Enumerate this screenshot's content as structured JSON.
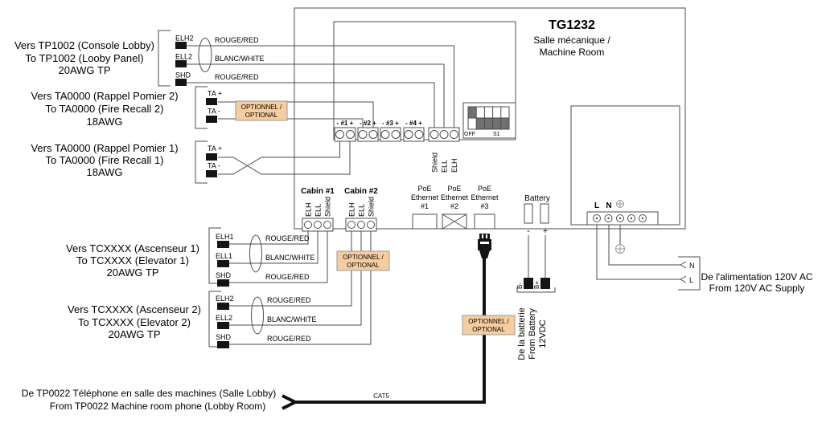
{
  "title": {
    "model": "TG1232",
    "sub1": "Salle mécanique /",
    "sub2": "Machine Room"
  },
  "groups": {
    "tp1002": {
      "l1": "Vers TP1002 (Console Lobby)",
      "l2": "To TP1002 (Looby Panel)",
      "l3": "20AWG TP",
      "t1": "ELH2",
      "t2": "ELL2",
      "t3": "SHD",
      "w1": "ROUGE/RED",
      "w2": "BLANC/WHITE",
      "w3": "ROUGE/RED"
    },
    "fire2": {
      "l1": "Vers TA0000 (Rappel Pomier 2)",
      "l2": "To TA0000 (Fire Recall 2)",
      "l3": "18AWG",
      "t1": "TA +",
      "t2": "TA -"
    },
    "fire1": {
      "l1": "Vers TA0000 (Rappel Pomier 1)",
      "l2": "To TA0000 (Fire Recall 1)",
      "l3": "18AWG",
      "t1": "TA +",
      "t2": "TA -"
    },
    "elev1": {
      "l1": "Vers TCXXXX (Ascenseur 1)",
      "l2": "To TCXXXX (Elevator 1)",
      "l3": "20AWG TP",
      "t1": "ELH1",
      "t2": "ELL1",
      "t3": "SHD",
      "w1": "ROUGE/RED",
      "w2": "BLANC/WHITE",
      "w3": "ROUGE/RED"
    },
    "elev2": {
      "l1": "Vers TCXXXX (Ascenseur 2)",
      "l2": "To TCXXXX (Elevator 2)",
      "l3": "20AWG TP",
      "t1": "ELH2",
      "t2": "ELL2",
      "t3": "SHD",
      "w1": "ROUGE/RED",
      "w2": "BLANC/WHITE",
      "w3": "ROUGE/RED"
    }
  },
  "optional": {
    "l1": "OPTIONNEL /",
    "l2": "OPTIONAL"
  },
  "strips": {
    "p1": "- #1 +",
    "p2": "- #2 +",
    "p3": "- #3 +",
    "p4": "- #4 +",
    "bus1": "Shield",
    "bus2": "ELL",
    "bus3": "ELH"
  },
  "dip": {
    "off": "OFF",
    "name": "S1"
  },
  "cabin1": {
    "title": "Cabin #1",
    "p1": "ELH",
    "p2": "ELL",
    "p3": "Shield"
  },
  "cabin2": {
    "title": "Cabin #2",
    "p1": "ELH",
    "p2": "ELL",
    "p3": "Shield"
  },
  "poe": {
    "a1": "PoE",
    "a2": "Ethernet",
    "a3": "#1",
    "b1": "PoE",
    "b2": "Ethernet",
    "b3": "#2",
    "c1": "PoE",
    "c2": "Ethernet",
    "c3": "#3"
  },
  "battery": {
    "title": "Battery",
    "minus": "-",
    "plus": "+",
    "bm": "B-",
    "bp": "B+",
    "n1": "De la batterie",
    "n2": "From Battery",
    "n3": "12VDC"
  },
  "mains": {
    "l": "L",
    "n": "N",
    "an": "N",
    "al": "L",
    "n1": "De l'alimentation 120V AC",
    "n2": "From 120V AC Supply"
  },
  "cat5": {
    "label": "CAT5",
    "n1": "De TP0022 Téléphone en salle des machines (Salle Lobby)",
    "n2": "From TP0022 Machine room phone (Lobby Room)"
  },
  "colors": {
    "line": "#4d4d4d",
    "optional_bg": "#f6cd9f",
    "switch_fill": "#707070"
  }
}
